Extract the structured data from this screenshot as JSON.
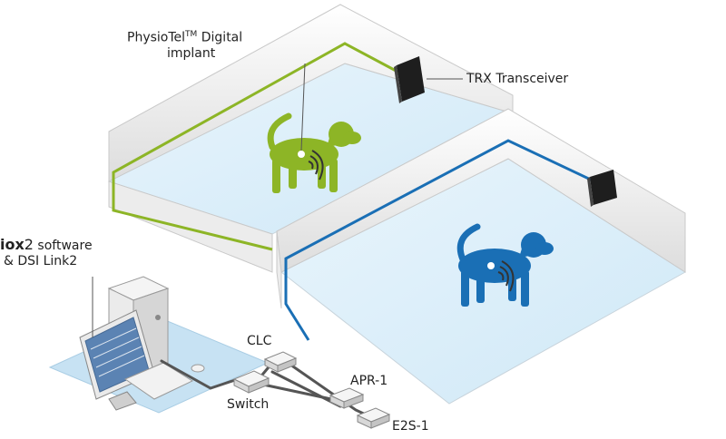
{
  "labels": {
    "implant_brand": "PhysioTel",
    "implant_tm": "TM",
    "implant_rest": " Digital",
    "implant_line2": "implant",
    "trx": "TRX Transceiver",
    "software_brand": "iox",
    "software_brand_num": "2",
    "software_rest": " software",
    "software_line2": "& DSI Link2",
    "clc": "CLC",
    "switch": "Switch",
    "apr": "APR-1",
    "e2s": "E2S-1"
  },
  "colors": {
    "green": "#8db526",
    "blue": "#1a6fb5",
    "wire": "#555555",
    "floor": "#d8eefa",
    "wall": "#f2f2f2"
  }
}
